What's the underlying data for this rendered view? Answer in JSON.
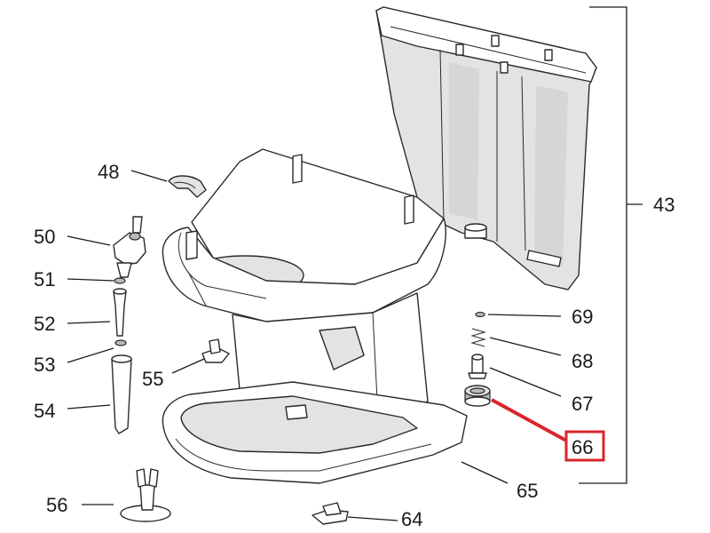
{
  "callouts": {
    "c43": "43",
    "c48": "48",
    "c50": "50",
    "c51": "51",
    "c52": "52",
    "c53": "53",
    "c54": "54",
    "c55": "55",
    "c56": "56",
    "c64": "64",
    "c65": "65",
    "c66": "66",
    "c67": "67",
    "c68": "68",
    "c69": "69"
  },
  "highlight": {
    "part": "66",
    "color": "#d9262c"
  },
  "icons": [
    "water-tank",
    "base-housing",
    "drip-tray",
    "valve-cap",
    "spring",
    "washer",
    "nozzle",
    "tube",
    "suction-foot",
    "clip",
    "bracket"
  ]
}
